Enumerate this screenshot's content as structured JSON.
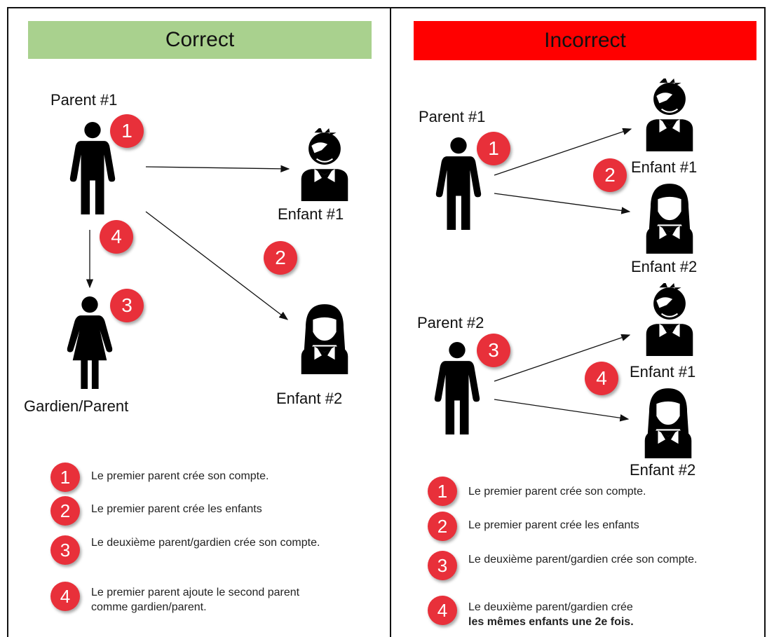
{
  "correct": {
    "header": "Correct",
    "color": "#a9d18e",
    "labels": {
      "parent1": "Parent #1",
      "child1": "Enfant #1",
      "child2": "Enfant #2",
      "guardian": "Gardien/Parent"
    },
    "badges": [
      "1",
      "2",
      "3",
      "4"
    ],
    "legend": [
      {
        "num": "1",
        "text": "Le premier parent crée son compte."
      },
      {
        "num": "2",
        "text": "Le premier parent crée les enfants"
      },
      {
        "num": "3",
        "text": "Le deuxième parent/gardien crée son compte."
      },
      {
        "num": "4",
        "text": "Le premier parent ajoute le second parent comme gardien/parent."
      }
    ]
  },
  "incorrect": {
    "header": "Incorrect",
    "color": "#ff0000",
    "labels": {
      "parent1": "Parent #1",
      "parent2": "Parent #2",
      "child1_a": "Enfant #1",
      "child2_a": "Enfant #2",
      "child1_b": "Enfant #1",
      "child2_b": "Enfant #2"
    },
    "badges": [
      "1",
      "2",
      "3",
      "4"
    ],
    "legend": [
      {
        "num": "1",
        "text": "Le premier parent crée son compte."
      },
      {
        "num": "2",
        "text": "Le premier parent crée les enfants"
      },
      {
        "num": "3",
        "text": "Le deuxième parent/gardien crée son compte."
      },
      {
        "num": "4",
        "text": "Le deuxième parent/gardien crée",
        "bold": "les mêmes enfants une 2e fois."
      }
    ]
  },
  "badge_color": "#e8303a",
  "icons": [
    "man-icon",
    "woman-icon",
    "boy-icon",
    "girl-icon"
  ]
}
